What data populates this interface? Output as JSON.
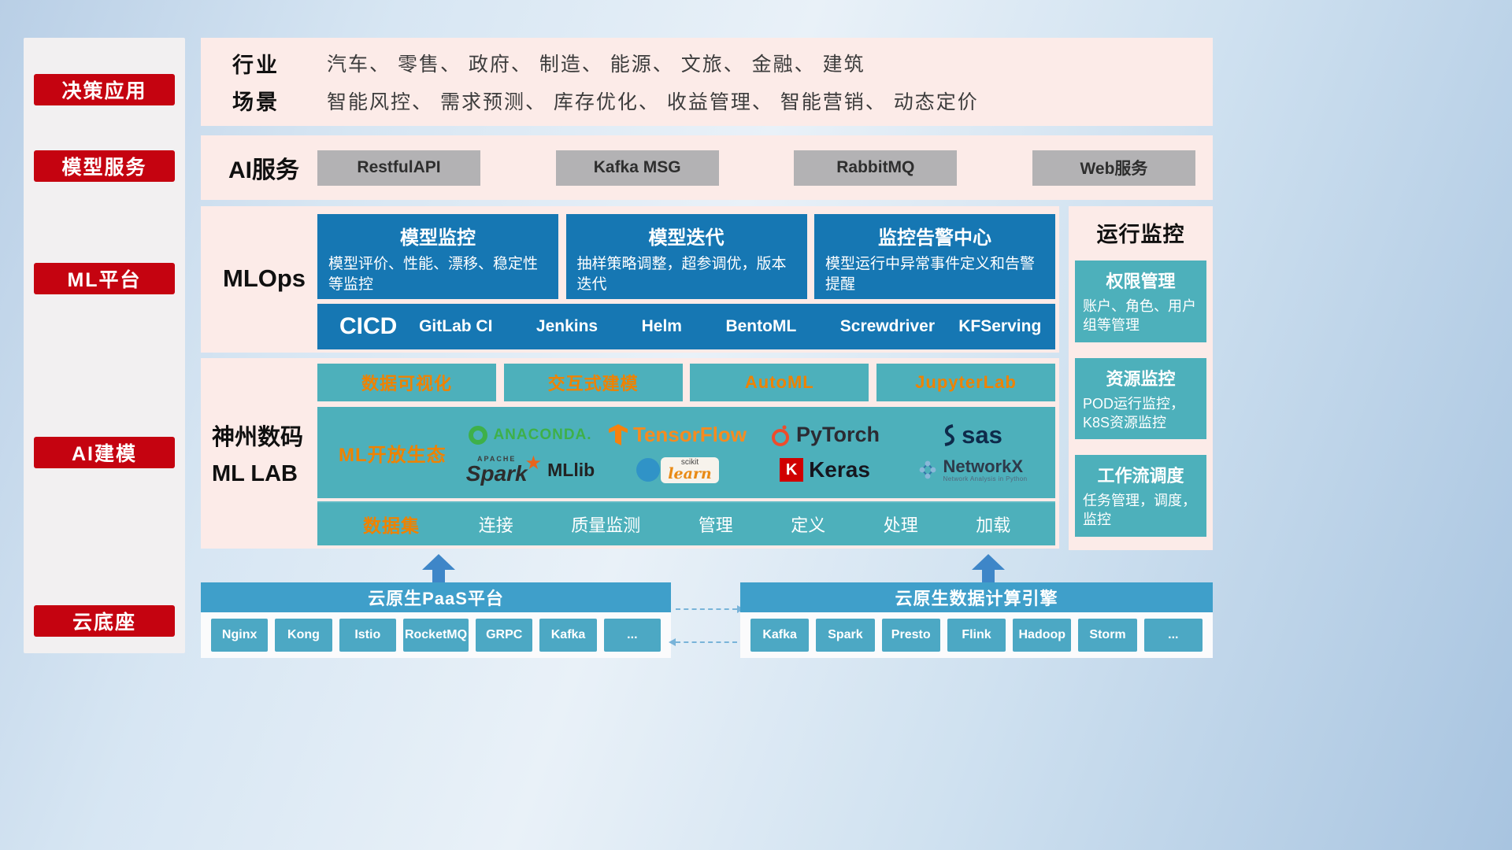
{
  "colors": {
    "accent_red": "#c50310",
    "panel_pink": "#fcebe8",
    "deep_blue": "#1677b3",
    "teal": "#4db0bb",
    "orange_text": "#ef8200",
    "bar_blue": "#3f9fca",
    "button_teal": "#4ca8c4",
    "gray_button": "#b3b2b4"
  },
  "sidebar": {
    "items": [
      {
        "label": "决策应用"
      },
      {
        "label": "模型服务"
      },
      {
        "label": "ML平台"
      },
      {
        "label": "AI建模"
      },
      {
        "label": "云底座"
      }
    ]
  },
  "industry": {
    "rows": [
      {
        "label": "行业",
        "content": "汽车、 零售、 政府、 制造、 能源、 文旅、 金融、 建筑"
      },
      {
        "label": "场景",
        "content": "智能风控、 需求预测、 库存优化、 收益管理、 智能营销、 动态定价"
      }
    ]
  },
  "ai_service": {
    "label": "AI服务",
    "buttons": [
      "RestfulAPI",
      "Kafka MSG",
      "RabbitMQ",
      "Web服务"
    ]
  },
  "mlops": {
    "label": "MLOps",
    "cards": [
      {
        "title": "模型监控",
        "desc": "模型评价、性能、漂移、稳定性等监控"
      },
      {
        "title": "模型迭代",
        "desc": "抽样策略调整，超参调优，版本迭代"
      },
      {
        "title": "监控告警中心",
        "desc": "模型运行中异常事件定义和告警提醒"
      }
    ],
    "cicd_label": "CICD",
    "cicd_items": [
      "GitLab CI",
      "Jenkins",
      "Helm",
      "BentoML",
      "Screwdriver",
      "KFServing"
    ]
  },
  "monitor": {
    "title": "运行监控",
    "boxes": [
      {
        "title": "权限管理",
        "desc": "账户、角色、用户组等管理"
      },
      {
        "title": "资源监控",
        "desc": "POD运行监控，K8S资源监控"
      },
      {
        "title": "工作流调度",
        "desc": "任务管理，调度，监控"
      }
    ]
  },
  "mllab": {
    "label_line1": "神州数码",
    "label_line2": "ML LAB",
    "tools": [
      "数据可视化",
      "交互式建模",
      "AutoML",
      "JupyterLab"
    ],
    "eco_label": "ML开放生态",
    "logos": {
      "anaconda": "ANACONDA.",
      "tensorflow": "TensorFlow",
      "pytorch": "PyTorch",
      "sas": "sas",
      "apache": "APACHE",
      "spark": "Spark",
      "mllib": "MLlib",
      "scikit": "scikit",
      "learn": "learn",
      "keras_k": "K",
      "keras": "Keras",
      "networkx": "NetworkX",
      "networkx_sub": "Network Analysis in Python"
    },
    "dataset_label": "数据集",
    "dataset_items": [
      "连接",
      "质量监测",
      "管理",
      "定义",
      "处理",
      "加载"
    ]
  },
  "bottom": {
    "paas": {
      "title": "云原生PaaS平台",
      "items": [
        "Nginx",
        "Kong",
        "Istio",
        "RocketMQ",
        "GRPC",
        "Kafka",
        "..."
      ]
    },
    "engine": {
      "title": "云原生数据计算引擎",
      "items": [
        "Kafka",
        "Spark",
        "Presto",
        "Flink",
        "Hadoop",
        "Storm",
        "..."
      ]
    }
  }
}
